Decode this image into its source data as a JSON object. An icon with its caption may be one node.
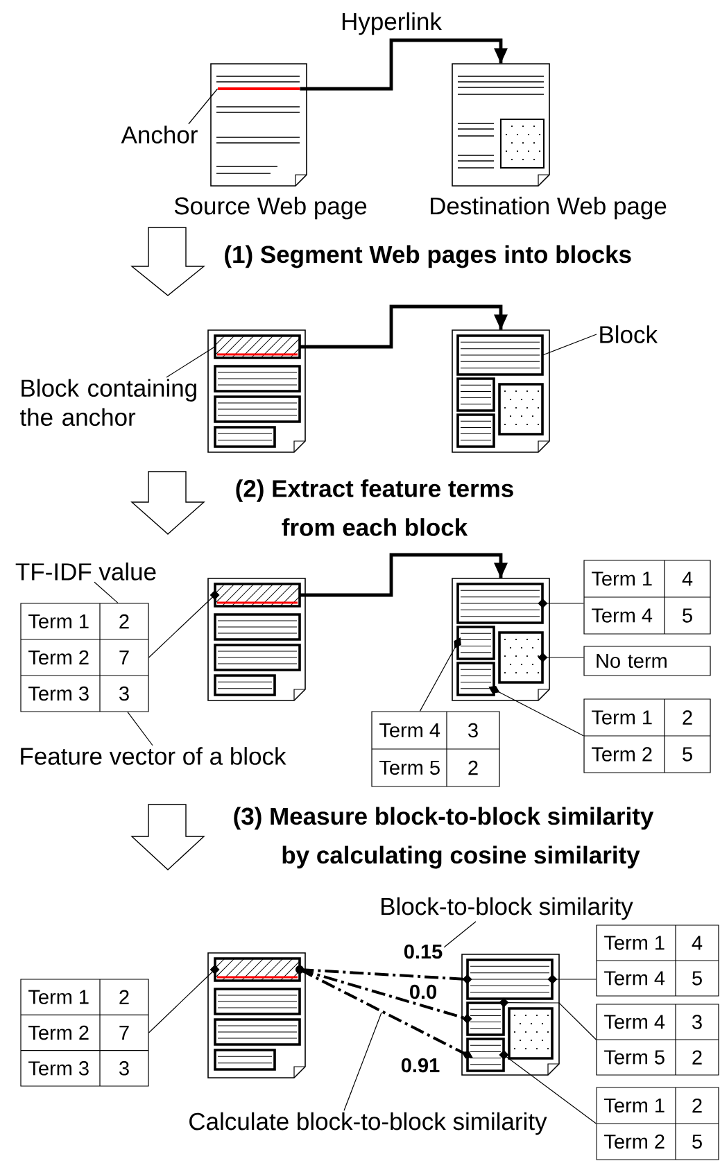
{
  "diagram": {
    "nodes": [
      {
        "text": [
          "Source Web page"
        ]
      },
      {
        "text": [],
        "shape": "bar",
        "in": 0
      },
      {
        "text": [
          "Destination Web page"
        ]
      },
      {
        "text": [
          "Anchor"
        ]
      },
      {
        "text": [],
        "shape": "page"
      },
      {
        "text": [],
        "shape": "box",
        "in": 4
      },
      {
        "text": [],
        "shape": "box",
        "in": 4
      },
      {
        "text": [],
        "shape": "box",
        "in": 4
      },
      {
        "text": [],
        "shape": "box",
        "in": 4
      },
      {
        "text": [],
        "shape": "page"
      },
      {
        "text": [],
        "shape": "box",
        "in": 9
      },
      {
        "text": [],
        "shape": "box",
        "in": 9
      },
      {
        "text": [],
        "shape": "box",
        "in": 9
      },
      {
        "text": [],
        "shape": "box",
        "in": 9
      },
      {
        "text": [
          "Block containing the anchor"
        ]
      },
      {
        "text": [
          "Block"
        ]
      },
      {
        "text": [
          "Term 1",
          "2",
          "Term 2",
          "7",
          "Term 3",
          "3"
        ]
      },
      {
        "text": [
          "TF-IDF value"
        ]
      },
      {
        "text": [
          "Feature vector of a block"
        ]
      },
      {
        "text": [],
        "shape": "page"
      },
      {
        "text": [],
        "shape": "box",
        "in": 19
      },
      {
        "text": [],
        "shape": "box",
        "in": 19
      },
      {
        "text": [],
        "shape": "box",
        "in": 19
      },
      {
        "text": [],
        "shape": "box",
        "in": 19
      },
      {
        "text": [],
        "shape": "page"
      },
      {
        "text": [],
        "shape": "box",
        "in": 24
      },
      {
        "text": [],
        "shape": "box",
        "in": 24
      },
      {
        "text": [],
        "shape": "box",
        "in": 24
      },
      {
        "text": [],
        "shape": "box",
        "in": 24
      },
      {
        "text": [
          "Term 1",
          "4",
          "Term 4",
          "5"
        ]
      },
      {
        "text": [
          "No term"
        ]
      },
      {
        "text": [
          "Term 4",
          "3",
          "Term 5",
          "2"
        ]
      },
      {
        "text": [
          "Term 1",
          "2",
          "Term 2",
          "5"
        ]
      },
      {
        "text": [
          "Term 1",
          "2",
          "Term 2",
          "7",
          "Term 3",
          "3"
        ]
      },
      {
        "text": [],
        "shape": "page"
      },
      {
        "text": [],
        "shape": "box",
        "in": 34
      },
      {
        "text": [],
        "shape": "box",
        "in": 34
      },
      {
        "text": [],
        "shape": "box",
        "in": 34
      },
      {
        "text": [],
        "shape": "box",
        "in": 34
      },
      {
        "text": [],
        "shape": "page"
      },
      {
        "text": [],
        "shape": "box",
        "in": 39
      },
      {
        "text": [],
        "shape": "box",
        "in": 39
      },
      {
        "text": [],
        "shape": "box",
        "in": 39
      },
      {
        "text": [],
        "shape": "box",
        "in": 39
      },
      {
        "text": [
          "Term 1",
          "4",
          "Term 4",
          "5"
        ]
      },
      {
        "text": [
          "Term 4",
          "3",
          "Term 5",
          "2"
        ]
      },
      {
        "text": [
          "Term 1",
          "2",
          "Term 2",
          "5"
        ]
      },
      {
        "text": [
          "Block-to-block similarity"
        ]
      },
      {
        "text": [
          "Calculate block-to-block similarity"
        ]
      }
    ],
    "edges": [
      {
        "from": 1,
        "to": 2,
        "arrow": "to",
        "label": "Hyperlink",
        "style": "thick"
      },
      {
        "from": 3,
        "to": 1,
        "arrow": "none"
      },
      {
        "from": 5,
        "to": 9,
        "arrow": "to",
        "style": "thick"
      },
      {
        "from": 14,
        "to": 5,
        "arrow": "none"
      },
      {
        "from": 15,
        "to": 10,
        "arrow": "none"
      },
      {
        "from": 17,
        "to": 16,
        "arrow": "none"
      },
      {
        "from": 18,
        "to": 16,
        "arrow": "none"
      },
      {
        "from": 16,
        "to": 20,
        "arrow": "other"
      },
      {
        "from": 20,
        "to": 24,
        "arrow": "to",
        "style": "thick"
      },
      {
        "from": 29,
        "to": 25,
        "arrow": "other"
      },
      {
        "from": 30,
        "to": 27,
        "arrow": "other"
      },
      {
        "from": 31,
        "to": 26,
        "arrow": "other"
      },
      {
        "from": 32,
        "to": 28,
        "arrow": "other"
      },
      {
        "from": 33,
        "to": 35,
        "arrow": "other"
      },
      {
        "from": 35,
        "to": 40,
        "arrow": "other",
        "label": "0.15",
        "style": "dashed"
      },
      {
        "from": 35,
        "to": 41,
        "arrow": "other",
        "label": "0.0",
        "style": "dashed"
      },
      {
        "from": 35,
        "to": 43,
        "arrow": "other",
        "label": "0.91",
        "style": "dashed"
      },
      {
        "from": 44,
        "to": 40,
        "arrow": "other"
      },
      {
        "from": 45,
        "to": 41,
        "arrow": "other"
      },
      {
        "from": 46,
        "to": 43,
        "arrow": "other"
      },
      {
        "from": 47,
        "to": null,
        "arrow": "none"
      },
      {
        "from": 48,
        "to": null,
        "arrow": "none"
      }
    ],
    "labels": [
      "(1) Segment Web pages into blocks",
      "(2) Extract feature terms from each block",
      "(3) Measure block-to-block similarity by calculating cosine similarity"
    ]
  }
}
